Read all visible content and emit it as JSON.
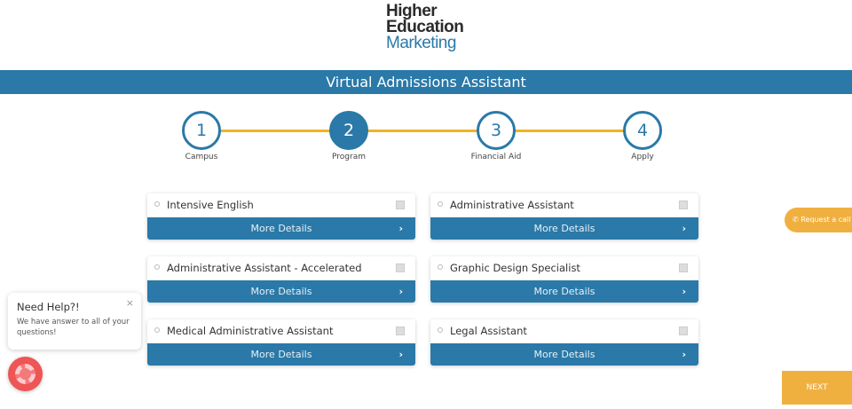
{
  "logo": {
    "line1": "Higher",
    "line2": "Education",
    "line3": "Marketing"
  },
  "header": {
    "title": "Virtual Admissions Assistant"
  },
  "colors": {
    "primary": "#2a79a8",
    "accent": "#f0b323",
    "help_button": "#ee5555"
  },
  "steps": [
    {
      "number": "1",
      "label": "Campus"
    },
    {
      "number": "2",
      "label": "Program",
      "active": true
    },
    {
      "number": "3",
      "label": "Financial Aid"
    },
    {
      "number": "4",
      "label": "Apply"
    }
  ],
  "programs": [
    {
      "name": "Intensive English",
      "details": "More Details"
    },
    {
      "name": "Administrative Assistant",
      "details": "More Details"
    },
    {
      "name": "Administrative Assistant - Accelerated",
      "details": "More Details"
    },
    {
      "name": "Graphic Design Specialist",
      "details": "More Details"
    },
    {
      "name": "Medical Administrative Assistant",
      "details": "More Details"
    },
    {
      "name": "Legal Assistant",
      "details": "More Details"
    }
  ],
  "request_call": "Request a call",
  "next": "NEXT",
  "help": {
    "title": "Need Help?!",
    "text": "We have answer to all of your questions!",
    "close": "×"
  }
}
